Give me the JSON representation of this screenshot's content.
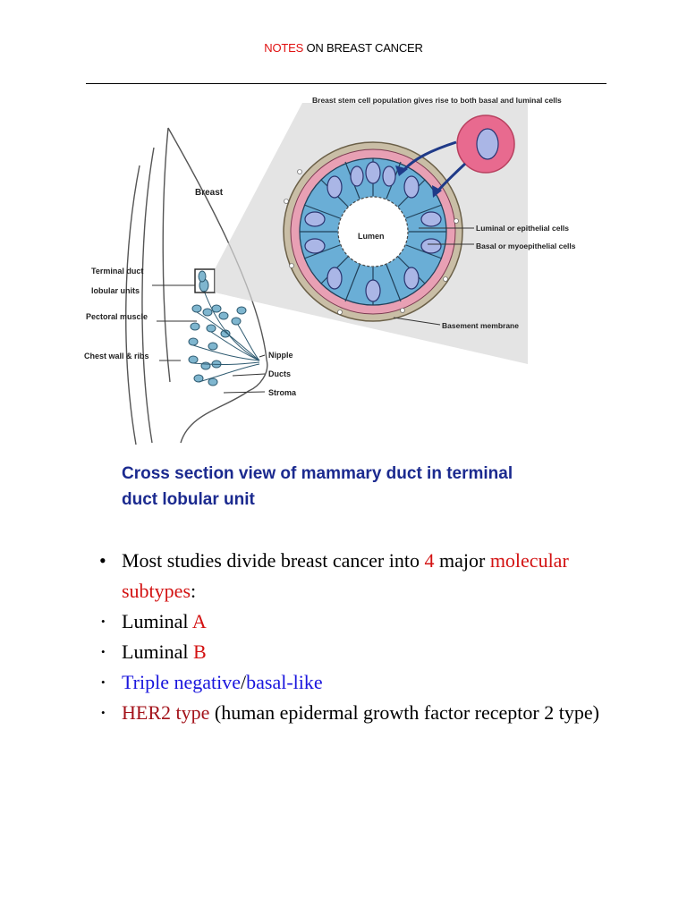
{
  "header": {
    "notes_word": "NOTES",
    "rest": " ON BREAST CANCER"
  },
  "diagram": {
    "top_note": "Breast stem cell population gives rise to both basal and luminal cells",
    "breast": "Breast",
    "terminal_duct_line1": "Terminal duct",
    "terminal_duct_line2": "lobular units",
    "pectoral_muscle": "Pectoral muscle",
    "chest_wall": "Chest wall & ribs",
    "nipple": "Nipple",
    "ducts": "Ducts",
    "stroma": "Stroma",
    "lumen": "Lumen",
    "luminal_cells": "Luminal or epithelial cells",
    "basal_cells": "Basal or myoepithelial cells",
    "basement_membrane": "Basement membrane"
  },
  "caption": {
    "line1": "Cross section view of mammary duct in terminal",
    "line2": "duct lobular unit"
  },
  "intro": {
    "part1": "Most studies divide breast cancer into ",
    "number": "4",
    "part2": " major ",
    "highlight": "molecular subtypes",
    "colon": ":"
  },
  "subtypes": {
    "luminal_a": {
      "prefix": "Luminal ",
      "letter": "A"
    },
    "luminal_b": {
      "prefix": "Luminal ",
      "letter": "B"
    },
    "triple": {
      "a": "Triple negative",
      "sep": "/",
      "b": "basal-like"
    },
    "her2": {
      "label": "HER2 type",
      "rest": " (human epidermal growth factor receptor 2 type)"
    }
  },
  "colors": {
    "red": "#d31212",
    "dark_red": "#a3121a",
    "blue": "#1a16dd",
    "caption_blue": "#1b2a8f",
    "cell_blue": "#6aaed6",
    "membrane_pink": "#e8a0b4",
    "stem_pink": "#e86a8f"
  }
}
